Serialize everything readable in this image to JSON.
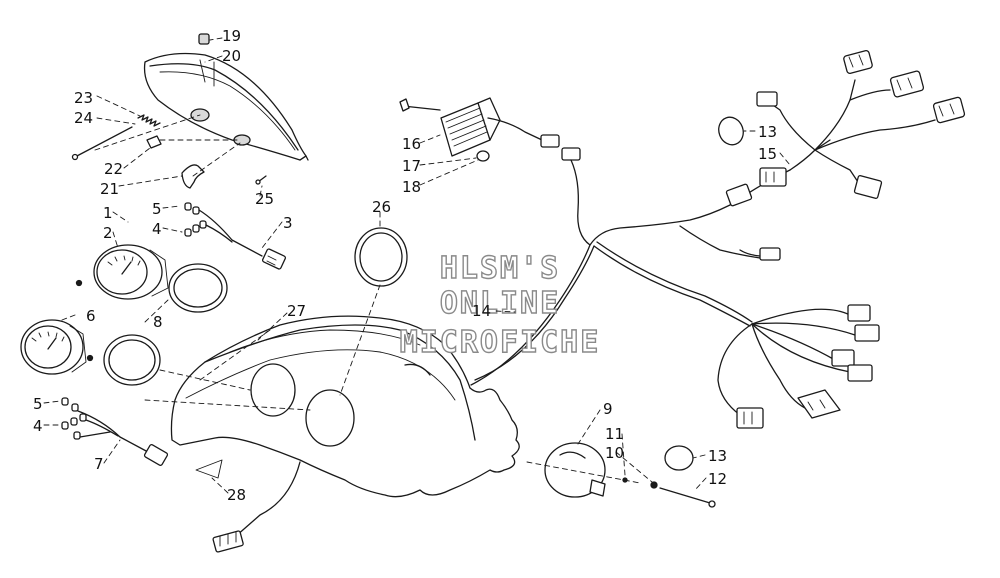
{
  "watermark": {
    "line1": "HLSM'S",
    "line2": "ONLINE",
    "line3": "MICROFICHE"
  },
  "callouts": [
    {
      "id": "c19",
      "text": "19"
    },
    {
      "id": "c20",
      "text": "20"
    },
    {
      "id": "c23",
      "text": "23"
    },
    {
      "id": "c24",
      "text": "24"
    },
    {
      "id": "c22",
      "text": "22"
    },
    {
      "id": "c21",
      "text": "21"
    },
    {
      "id": "c25",
      "text": "25"
    },
    {
      "id": "c1",
      "text": "1"
    },
    {
      "id": "c2",
      "text": "2"
    },
    {
      "id": "c5a",
      "text": "5"
    },
    {
      "id": "c4a",
      "text": "4"
    },
    {
      "id": "c3",
      "text": "3"
    },
    {
      "id": "c6",
      "text": "6"
    },
    {
      "id": "c8",
      "text": "8"
    },
    {
      "id": "c27",
      "text": "27"
    },
    {
      "id": "c26",
      "text": "26"
    },
    {
      "id": "c16",
      "text": "16"
    },
    {
      "id": "c17",
      "text": "17"
    },
    {
      "id": "c18",
      "text": "18"
    },
    {
      "id": "c14",
      "text": "14"
    },
    {
      "id": "c13a",
      "text": "13"
    },
    {
      "id": "c15",
      "text": "15"
    },
    {
      "id": "c5b",
      "text": "5"
    },
    {
      "id": "c4b",
      "text": "4"
    },
    {
      "id": "c7",
      "text": "7"
    },
    {
      "id": "c28",
      "text": "28"
    },
    {
      "id": "c9",
      "text": "9"
    },
    {
      "id": "c11",
      "text": "11"
    },
    {
      "id": "c10",
      "text": "10"
    },
    {
      "id": "c13b",
      "text": "13"
    },
    {
      "id": "c12",
      "text": "12"
    }
  ]
}
